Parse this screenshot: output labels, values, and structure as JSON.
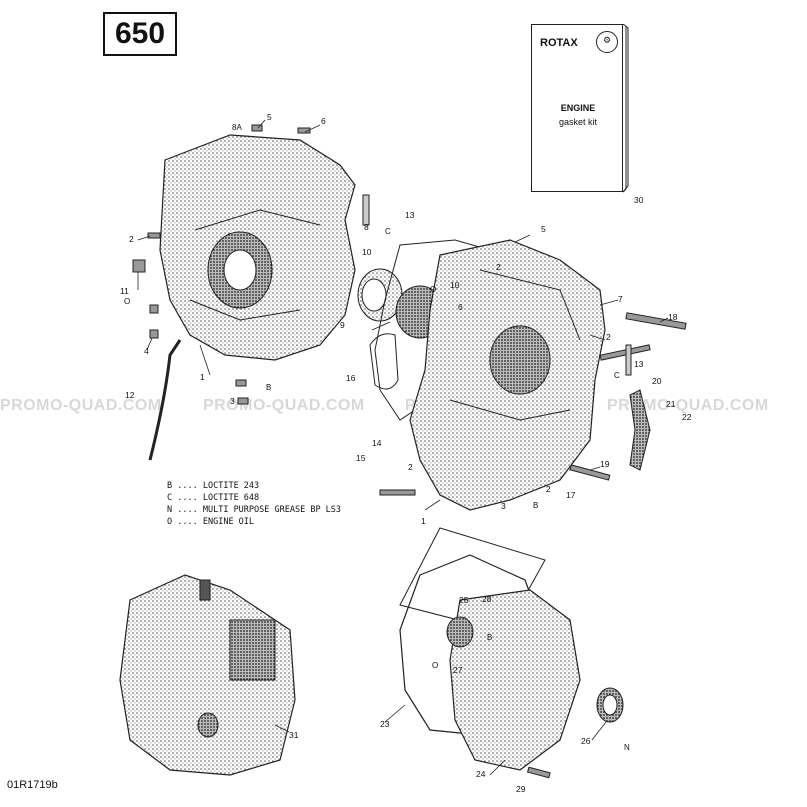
{
  "model_label": "650",
  "kit": {
    "brand": "ROTAX",
    "emblem": "⚙",
    "title": "ENGINE",
    "subtitle": "gasket kit",
    "callout": "30"
  },
  "legend": [
    {
      "code": "B",
      "text": "LOCTITE 243"
    },
    {
      "code": "C",
      "text": "LOCTITE 648"
    },
    {
      "code": "N",
      "text": "MULTI PURPOSE GREASE BP LS3"
    },
    {
      "code": "O",
      "text": "ENGINE OIL"
    }
  ],
  "legend_separator": "....",
  "diagram_ref": "01R1719b",
  "watermark": "PROMO-QUAD.COM",
  "callouts": [
    "5",
    "6",
    "8A",
    "2",
    "11",
    "O",
    "4",
    "12",
    "1",
    "3",
    "B",
    "8",
    "13",
    "C",
    "10",
    "10",
    "O",
    "9",
    "5",
    "2",
    "6",
    "7",
    "18",
    "2",
    "16",
    "13",
    "C",
    "20",
    "21",
    "22",
    "14",
    "15",
    "2",
    "19",
    "2",
    "17",
    "3",
    "B",
    "1",
    "25",
    "28",
    "B",
    "O",
    "27",
    "23",
    "26",
    "N",
    "24",
    "29",
    "31"
  ]
}
